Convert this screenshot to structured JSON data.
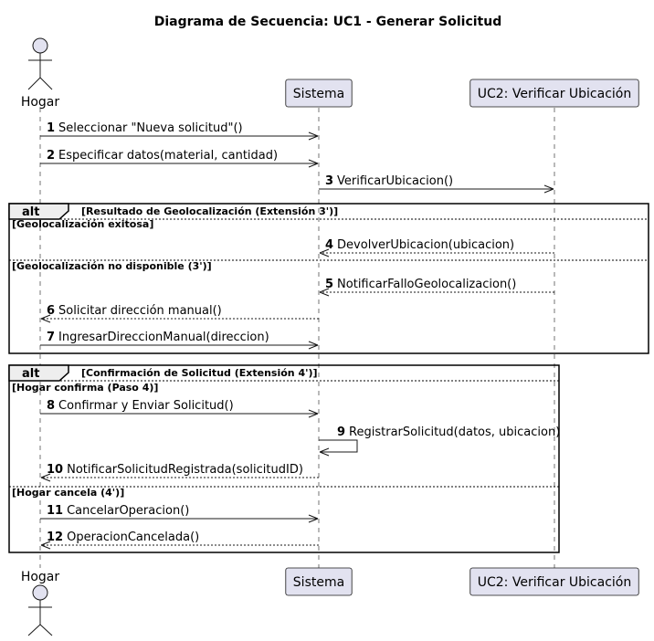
{
  "title": "Diagrama de Secuencia: UC1 - Generar Solicitud",
  "participants": [
    {
      "id": "hogar",
      "label": "Hogar",
      "kind": "actor"
    },
    {
      "id": "sistema",
      "label": "Sistema",
      "kind": "participant"
    },
    {
      "id": "uc2",
      "label": "UC2: Verificar Ubicación",
      "kind": "participant"
    }
  ],
  "colors": {
    "participant_fill": "#e2e2f0",
    "participant_border": "#181818",
    "lifeline": "#181818",
    "frame_border": "#000000",
    "frame_tab_fill": "#eeeeee"
  },
  "messages": [
    {
      "num": "1",
      "text": "Seleccionar \"Nueva solicitud\"()",
      "from": "hogar",
      "to": "sistema",
      "style": "sync"
    },
    {
      "num": "2",
      "text": "Especificar datos(material, cantidad)",
      "from": "hogar",
      "to": "sistema",
      "style": "sync"
    },
    {
      "num": "3",
      "text": "VerificarUbicacion()",
      "from": "sistema",
      "to": "uc2",
      "style": "sync"
    },
    {
      "num": "4",
      "text": "DevolverUbicacion(ubicacion)",
      "from": "uc2",
      "to": "sistema",
      "style": "return"
    },
    {
      "num": "5",
      "text": "NotificarFalloGeolocalizacion()",
      "from": "uc2",
      "to": "sistema",
      "style": "return"
    },
    {
      "num": "6",
      "text": "Solicitar dirección manual()",
      "from": "sistema",
      "to": "hogar",
      "style": "return"
    },
    {
      "num": "7",
      "text": "IngresarDireccionManual(direccion)",
      "from": "hogar",
      "to": "sistema",
      "style": "sync"
    },
    {
      "num": "8",
      "text": "Confirmar y Enviar Solicitud()",
      "from": "hogar",
      "to": "sistema",
      "style": "sync"
    },
    {
      "num": "9",
      "text": "RegistrarSolicitud(datos, ubicacion)",
      "from": "sistema",
      "to": "sistema",
      "style": "self"
    },
    {
      "num": "10",
      "text": "NotificarSolicitudRegistrada(solicitudID)",
      "from": "sistema",
      "to": "hogar",
      "style": "return"
    },
    {
      "num": "11",
      "text": "CancelarOperacion()",
      "from": "hogar",
      "to": "sistema",
      "style": "sync"
    },
    {
      "num": "12",
      "text": "OperacionCancelada()",
      "from": "sistema",
      "to": "hogar",
      "style": "return"
    }
  ],
  "fragments": [
    {
      "operator": "alt",
      "label": "[Resultado de Geolocalización (Extensión 3')]",
      "operands": [
        {
          "guard": "[Geolocalización exitosa]"
        },
        {
          "guard": "[Geolocalización no disponible (3')]"
        }
      ]
    },
    {
      "operator": "alt",
      "label": "[Confirmación de Solicitud (Extensión 4')]",
      "operands": [
        {
          "guard": "[Hogar confirma (Paso 4)]"
        },
        {
          "guard": "[Hogar cancela (4')]"
        }
      ]
    }
  ]
}
